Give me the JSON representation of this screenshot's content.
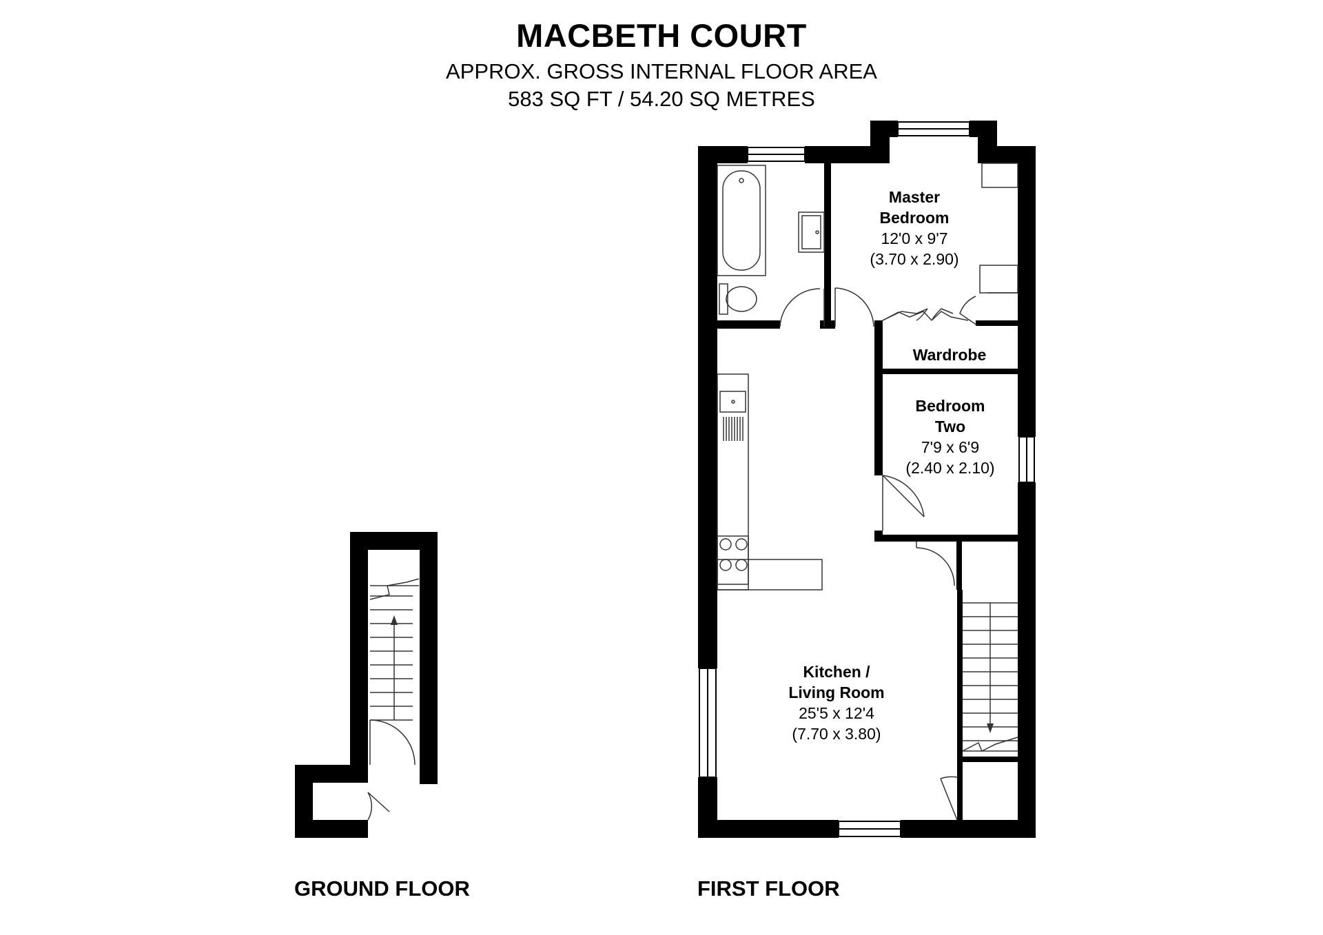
{
  "header": {
    "title": "MACBETH COURT",
    "subtitle_line1": "APPROX. GROSS INTERNAL FLOOR AREA",
    "subtitle_line2": "583 SQ FT / 54.20 SQ METRES"
  },
  "floors": {
    "ground": {
      "label": "GROUND FLOOR"
    },
    "first": {
      "label": "FIRST FLOOR"
    }
  },
  "rooms": {
    "master_bedroom": {
      "name_line1": "Master",
      "name_line2": "Bedroom",
      "imperial": "12'0 x 9'7",
      "metric": "(3.70 x 2.90)"
    },
    "wardrobe": {
      "name": "Wardrobe"
    },
    "bedroom_two": {
      "name_line1": "Bedroom",
      "name_line2": "Two",
      "imperial": "7'9 x 6'9",
      "metric": "(2.40 x 2.10)"
    },
    "kitchen_living": {
      "name_line1": "Kitchen /",
      "name_line2": "Living Room",
      "imperial": "25'5 x 12'4",
      "metric": "(7.70 x 3.80)"
    }
  },
  "colors": {
    "wall": "#000000",
    "background": "#ffffff",
    "fixture_line": "#333333"
  }
}
